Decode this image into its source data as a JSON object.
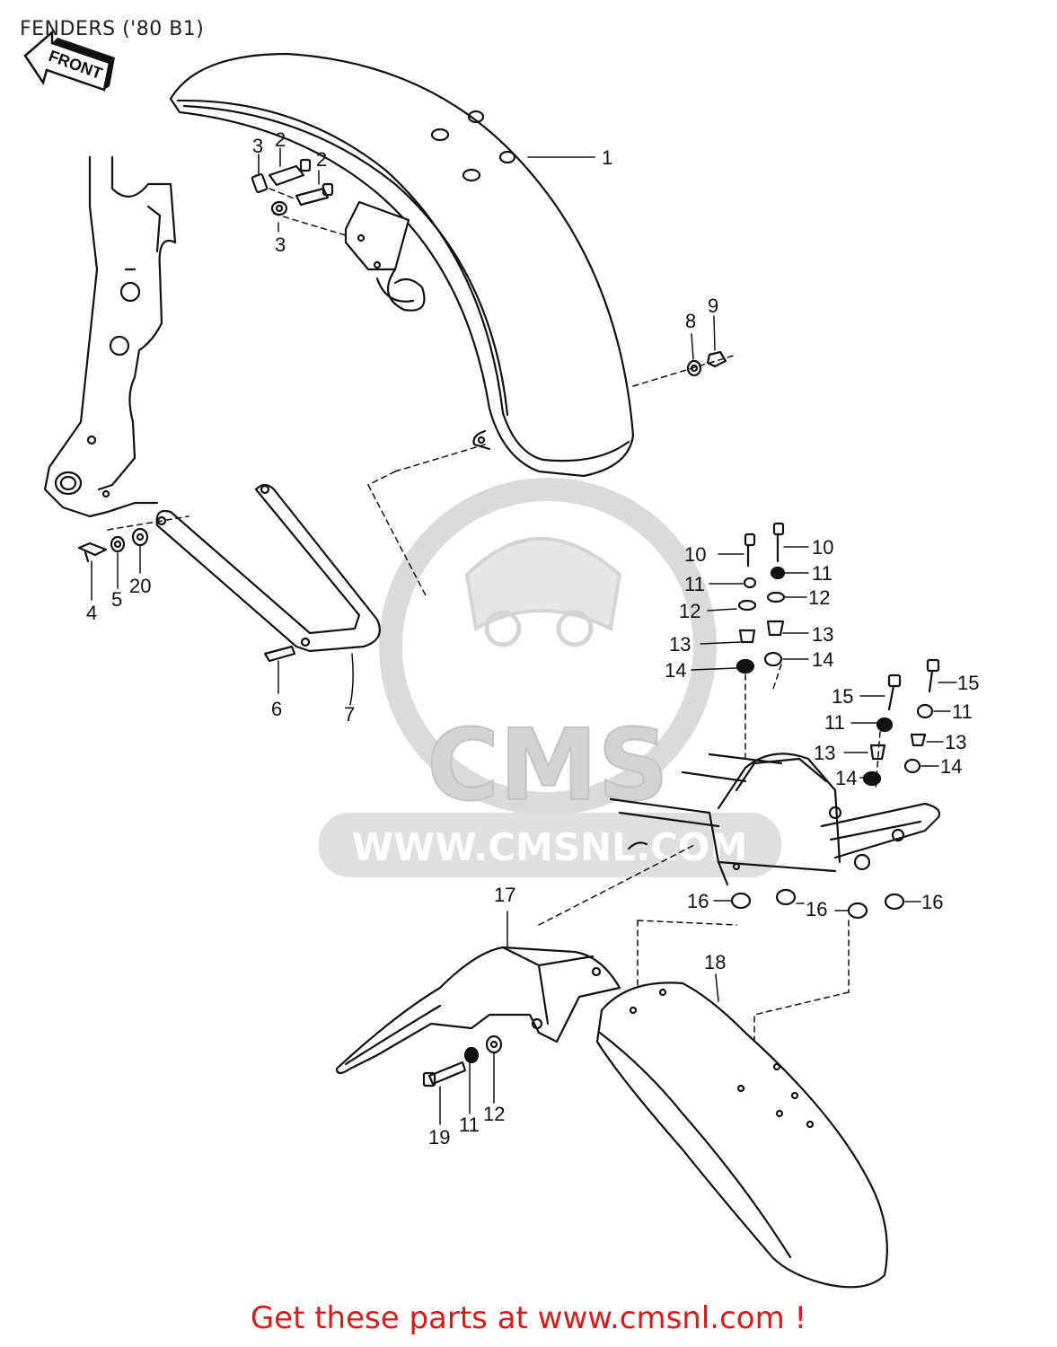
{
  "title": "FENDERS ('80 B1)",
  "front_label": "FRONT",
  "watermark": {
    "brand": "CMS",
    "url": "WWW.CMSNL.COM",
    "color": "#cfcfcf"
  },
  "footer": {
    "text": "Get these parts at www.cmsnl.com !",
    "color": "#d41c1c"
  },
  "callouts": [
    {
      "id": "c1",
      "label": "1"
    },
    {
      "id": "c2a",
      "label": "2"
    },
    {
      "id": "c2b",
      "label": "2"
    },
    {
      "id": "c3a",
      "label": "3"
    },
    {
      "id": "c3b",
      "label": "3"
    },
    {
      "id": "c4",
      "label": "4"
    },
    {
      "id": "c5",
      "label": "5"
    },
    {
      "id": "c20",
      "label": "20"
    },
    {
      "id": "c6",
      "label": "6"
    },
    {
      "id": "c7",
      "label": "7"
    },
    {
      "id": "c8",
      "label": "8"
    },
    {
      "id": "c9",
      "label": "9"
    },
    {
      "id": "c10a",
      "label": "10"
    },
    {
      "id": "c10b",
      "label": "10"
    },
    {
      "id": "c11a",
      "label": "11"
    },
    {
      "id": "c11b",
      "label": "11"
    },
    {
      "id": "c12a",
      "label": "12"
    },
    {
      "id": "c12b",
      "label": "12"
    },
    {
      "id": "c13a",
      "label": "13"
    },
    {
      "id": "c13b",
      "label": "13"
    },
    {
      "id": "c14a",
      "label": "14"
    },
    {
      "id": "c14b",
      "label": "14"
    },
    {
      "id": "c15a",
      "label": "15"
    },
    {
      "id": "c15b",
      "label": "15"
    },
    {
      "id": "c11c",
      "label": "11"
    },
    {
      "id": "c11d",
      "label": "11"
    },
    {
      "id": "c13c",
      "label": "13"
    },
    {
      "id": "c13d",
      "label": "13"
    },
    {
      "id": "c14c",
      "label": "14"
    },
    {
      "id": "c14d",
      "label": "14"
    },
    {
      "id": "c16a",
      "label": "16"
    },
    {
      "id": "c16b",
      "label": "16"
    },
    {
      "id": "c16c",
      "label": "16"
    },
    {
      "id": "c17",
      "label": "17"
    },
    {
      "id": "c18",
      "label": "18"
    },
    {
      "id": "c19",
      "label": "19"
    },
    {
      "id": "c11e",
      "label": "11"
    },
    {
      "id": "c12c",
      "label": "12"
    }
  ]
}
